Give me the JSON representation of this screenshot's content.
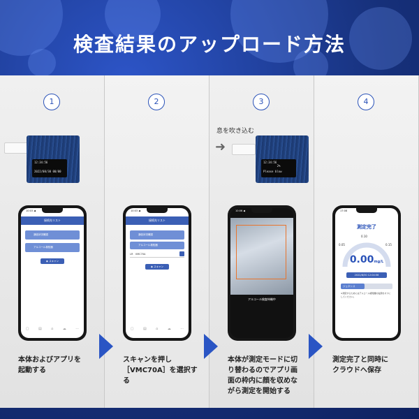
{
  "title": "検査結果のアップロード方法",
  "colors": {
    "accent": "#2a52b8",
    "device": "#1f3f7a",
    "frame": "#e8742c"
  },
  "steps": [
    {
      "num": "1",
      "device_screen": [
        "12:34:56",
        "2022/08/30    00/00"
      ],
      "phone": {
        "time": "10:03 ◀",
        "header": "接続先リスト",
        "items": [
          "通信状況確認",
          "アルコール検知器"
        ],
        "scan": "スキャン",
        "tab_icons": [
          "▢",
          "▤",
          "⌂",
          "☁",
          "⋯"
        ]
      },
      "caption": "本体およびアプリを\n起動する"
    },
    {
      "num": "2",
      "phone": {
        "time": "10:03 ◀",
        "header": "接続先リスト",
        "items": [
          "通信状況確認",
          "アルコール検知器"
        ],
        "input_label": "LR",
        "input_value": "VMC70A",
        "scan": "スキャン",
        "tab_icons": [
          "▢",
          "▤",
          "⌂",
          "☁",
          "⋯"
        ]
      },
      "caption": "スキャンを押し\n［VMC70A］を選択する"
    },
    {
      "num": "3",
      "breath": "息を吹き込む",
      "device_screen": [
        "12:34:56",
        "2%",
        "Please blow"
      ],
      "phone": {
        "time": "10:06 ◀",
        "camera_caption": "アルコール検査待機中"
      },
      "caption": "本体が測定モードに切\nり替わるのでアプリ画\n面の枠内に顔を収めな\nがら測定を開始する"
    },
    {
      "num": "4",
      "phone": {
        "time": "17:08",
        "result_title": "測定完了",
        "ticks": [
          "0.05",
          "0.10",
          "0.15"
        ],
        "value": "0.00",
        "unit": "mg/L",
        "date": "2022/8/30 12:04:56",
        "bar": "ジェネシス",
        "note": "※測定するためにはアルコール検知器の電源をオフにしてください。"
      },
      "caption": "測定完了と同時に\nクラウドへ保存"
    }
  ]
}
